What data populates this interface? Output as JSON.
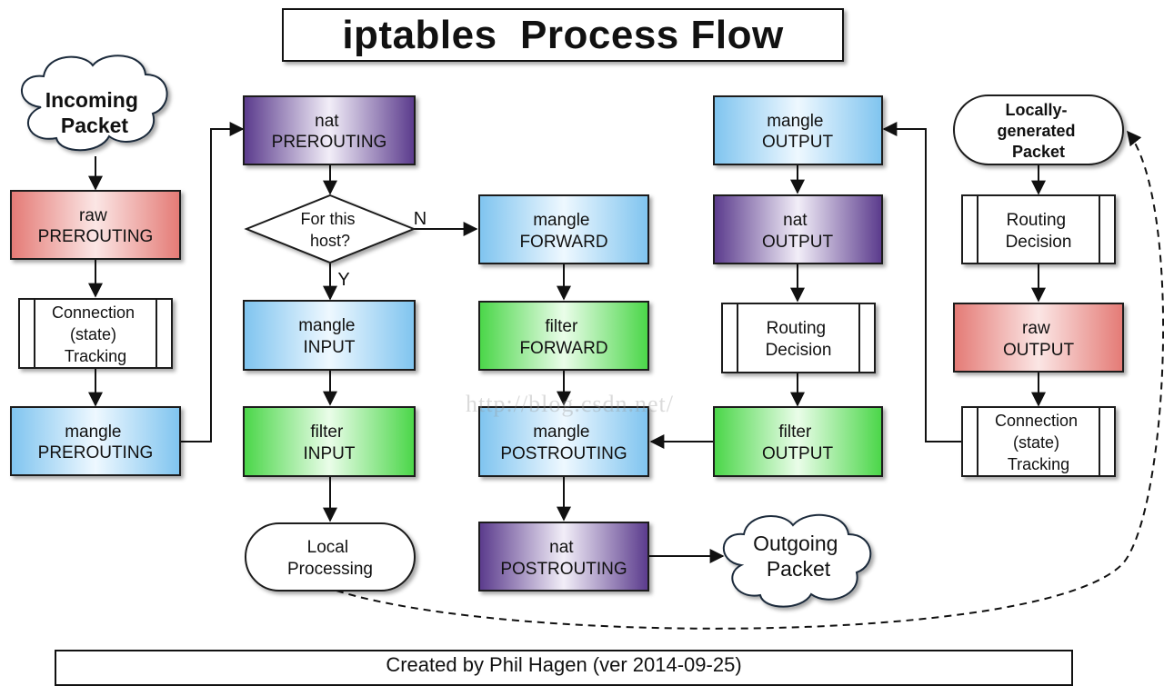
{
  "title": "iptables  Process Flow",
  "credit": "Created by Phil Hagen (ver 2014-09-25)",
  "watermark": "http://blog.csdn.net/",
  "colors": {
    "raw": "#e98580",
    "mangle": "#8cccf2",
    "nat": "#6a4a9c",
    "filter": "#58dc56",
    "stroke": "#1a1a1a"
  },
  "nodes": {
    "incoming": {
      "lines": [
        "Incoming",
        "Packet"
      ]
    },
    "raw_pre": {
      "lines": [
        "raw",
        "PREROUTING"
      ]
    },
    "conn_track_left": {
      "lines": [
        "Connection",
        "(state)",
        "Tracking"
      ]
    },
    "mangle_pre": {
      "lines": [
        "mangle",
        "PREROUTING"
      ]
    },
    "nat_pre": {
      "lines": [
        "nat",
        "PREROUTING"
      ]
    },
    "decision": {
      "lines": [
        "For this",
        "host?"
      ]
    },
    "mangle_input": {
      "lines": [
        "mangle",
        "INPUT"
      ]
    },
    "filter_input": {
      "lines": [
        "filter",
        "INPUT"
      ]
    },
    "local_proc": {
      "lines": [
        "Local",
        "Processing"
      ]
    },
    "mangle_fwd": {
      "lines": [
        "mangle",
        "FORWARD"
      ]
    },
    "filter_fwd": {
      "lines": [
        "filter",
        "FORWARD"
      ]
    },
    "mangle_post": {
      "lines": [
        "mangle",
        "POSTROUTING"
      ]
    },
    "nat_post": {
      "lines": [
        "nat",
        "POSTROUTING"
      ]
    },
    "outgoing": {
      "lines": [
        "Outgoing",
        "Packet"
      ]
    },
    "mangle_out": {
      "lines": [
        "mangle",
        "OUTPUT"
      ]
    },
    "nat_out": {
      "lines": [
        "nat",
        "OUTPUT"
      ]
    },
    "routing_mid": {
      "lines": [
        "Routing",
        "Decision"
      ]
    },
    "filter_out": {
      "lines": [
        "filter",
        "OUTPUT"
      ]
    },
    "local_gen": {
      "lines": [
        "Locally-",
        "generated",
        "Packet"
      ]
    },
    "routing_right": {
      "lines": [
        "Routing",
        "Decision"
      ]
    },
    "raw_out": {
      "lines": [
        "raw",
        "OUTPUT"
      ]
    },
    "conn_track_right": {
      "lines": [
        "Connection",
        "(state)",
        "Tracking"
      ]
    }
  },
  "edge_labels": {
    "no": "N",
    "yes": "Y"
  }
}
